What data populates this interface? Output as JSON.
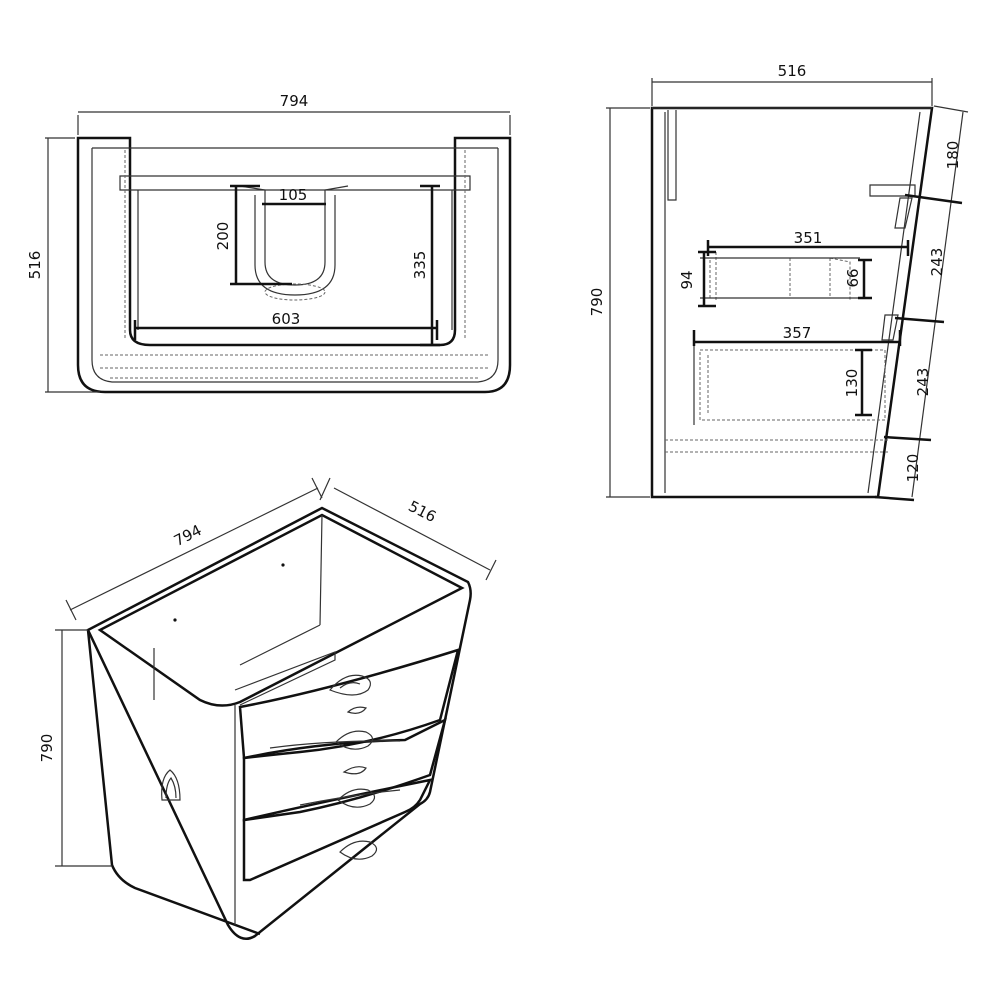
{
  "top_view": {
    "width": "794",
    "depth": "516",
    "drain_width": "105",
    "drain_depth": "200",
    "inner_depth": "335",
    "inner_width": "603"
  },
  "side_view": {
    "depth": "516",
    "height": "790",
    "top_offset": "180",
    "drawer1_height": "243",
    "drawer2_height": "243",
    "plinth": "120",
    "drawer1_depth": "351",
    "drawer1_inner_height": "94",
    "drawer1_box_height": "66",
    "drawer2_depth": "357",
    "drawer2_box_height": "130"
  },
  "iso_view": {
    "width": "794",
    "depth": "516",
    "height": "790"
  }
}
